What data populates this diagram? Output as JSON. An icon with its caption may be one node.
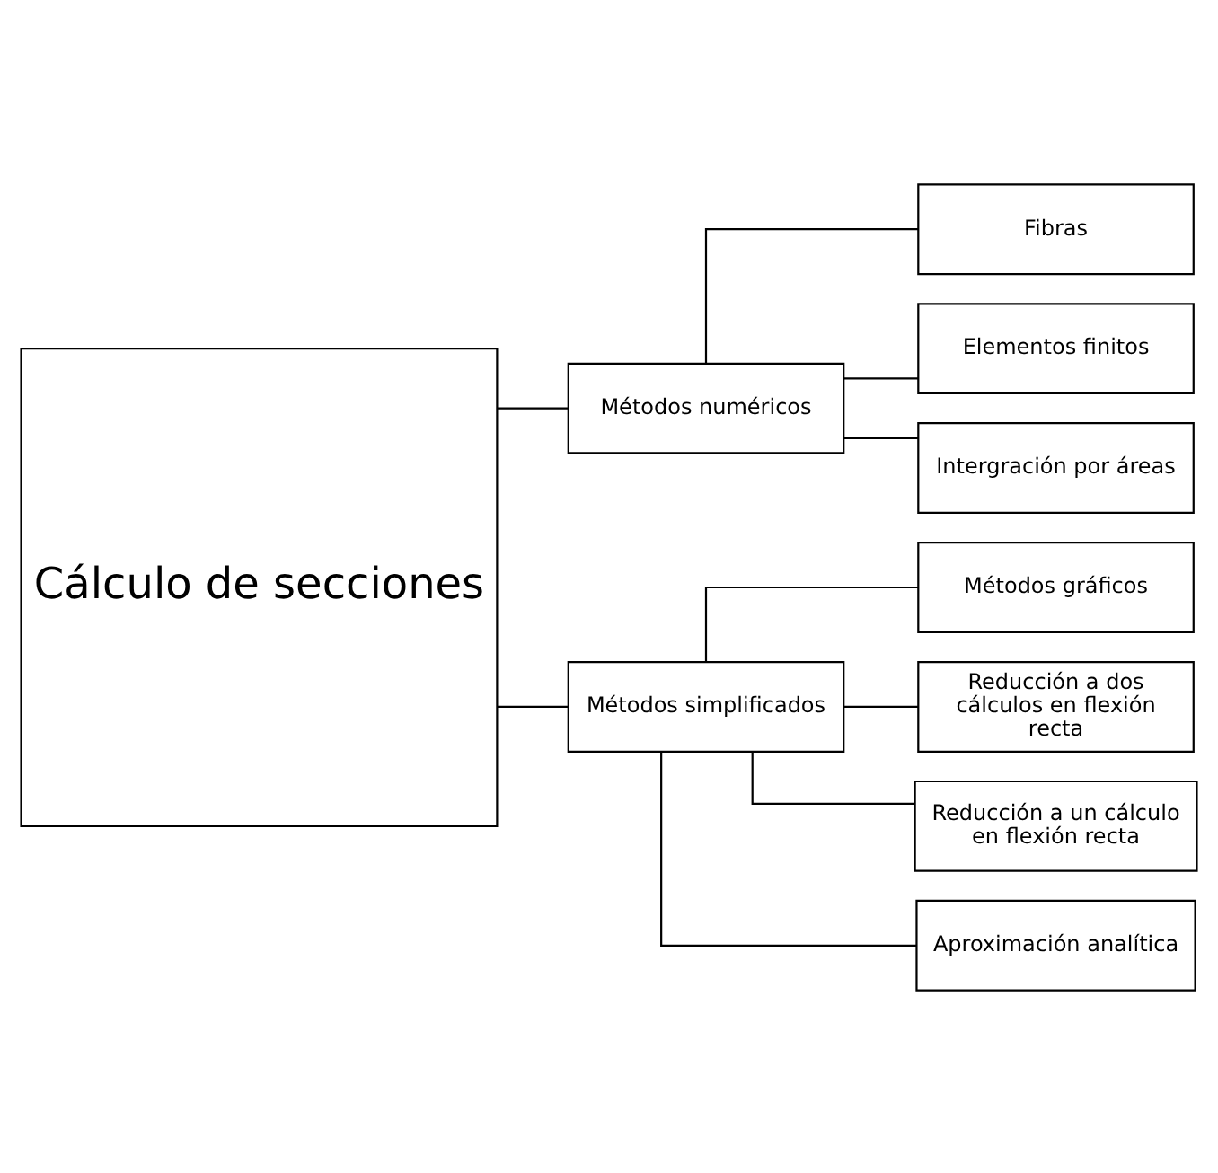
{
  "diagram": {
    "nodes": [
      {
        "text": [
          "Cálculo de secciones"
        ]
      },
      {
        "text": [
          "Métodos numéricos"
        ]
      },
      {
        "text": [
          "Fibras"
        ]
      },
      {
        "text": [
          "Elementos finitos"
        ]
      },
      {
        "text": [
          "Intergración por áreas"
        ]
      },
      {
        "text": [
          "Métodos simplificados"
        ]
      },
      {
        "text": [
          "Métodos gráficos"
        ]
      },
      {
        "text": [
          "Reducción a dos cálculos en flexión recta"
        ]
      },
      {
        "text": [
          "Reducción a un cálculo en flexión recta"
        ]
      },
      {
        "text": [
          "Aproximación analítica"
        ]
      }
    ],
    "edges": [
      {
        "from": 0,
        "to": 1,
        "arrow": "none"
      },
      {
        "from": 0,
        "to": 5,
        "arrow": "none"
      },
      {
        "from": 1,
        "to": 2,
        "arrow": "none"
      },
      {
        "from": 1,
        "to": 3,
        "arrow": "none"
      },
      {
        "from": 1,
        "to": 4,
        "arrow": "none"
      },
      {
        "from": 5,
        "to": 6,
        "arrow": "none"
      },
      {
        "from": 5,
        "to": 7,
        "arrow": "none"
      },
      {
        "from": 5,
        "to": 8,
        "arrow": "none"
      },
      {
        "from": 5,
        "to": 9,
        "arrow": "none"
      }
    ]
  }
}
